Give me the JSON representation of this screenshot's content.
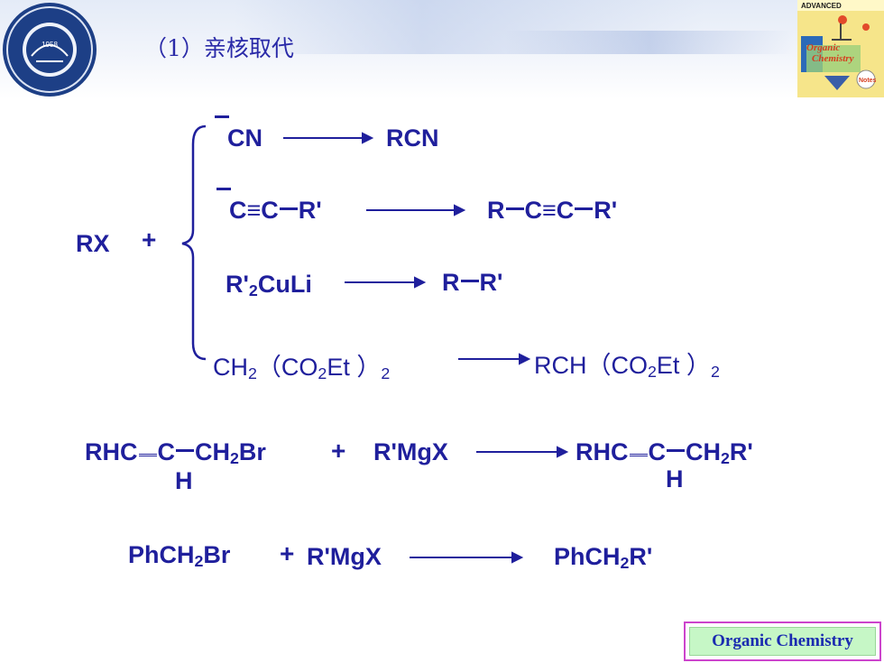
{
  "header": {
    "title": "（1）亲核取代",
    "logo_year": "1958",
    "badge_top": "ADVANCED",
    "badge_mid1": "Organic",
    "badge_mid2": "Chemistry",
    "badge_bottom": "Notes"
  },
  "main": {
    "reagent": "RX",
    "plus": "+",
    "rxn1": {
      "nucleophile": "CN",
      "product": "RCN"
    },
    "rxn2": {
      "nuc_a": "C",
      "nuc_triple": "≡",
      "nuc_b": "C",
      "nuc_c": "R'",
      "prod_a": "R",
      "prod_b": "C",
      "prod_triple": "≡",
      "prod_c": "C",
      "prod_d": "R'"
    },
    "rxn3": {
      "reagent_a": "R'",
      "reagent_sub": "2",
      "reagent_b": "CuLi",
      "prod_a": "R",
      "prod_b": "R'"
    },
    "rxn4": {
      "reagent_a": "CH",
      "reagent_sub": "2",
      "reagent_b": "（CO",
      "reagent_sub2": "2",
      "reagent_c": "Et ）",
      "reagent_sub3": "2",
      "prod_a": "RCH（CO",
      "prod_sub": "2",
      "prod_b": "Et ）",
      "prod_sub2": "2"
    },
    "rxn5": {
      "start_a": "RHC",
      "start_b": "C",
      "start_c": "CH",
      "start_sub": "2",
      "start_d": "Br",
      "start_h": "H",
      "plus": "+",
      "reagent": "R'MgX",
      "prod_a": "RHC",
      "prod_b": "C",
      "prod_c": "CH",
      "prod_sub": "2",
      "prod_d": "R'",
      "prod_h": "H"
    },
    "rxn6": {
      "start_a": "PhCH",
      "start_sub": "2",
      "start_b": "Br",
      "plus": "+",
      "reagent": "R'MgX",
      "prod_a": "PhCH",
      "prod_sub": "2",
      "prod_b": "R'"
    }
  },
  "footer": {
    "label": "Organic Chemistry"
  },
  "colors": {
    "text": "#1f1f9c",
    "title": "#2a2aa8",
    "footer_bg": "#c6f7c6",
    "footer_border": "#cc44cc"
  }
}
